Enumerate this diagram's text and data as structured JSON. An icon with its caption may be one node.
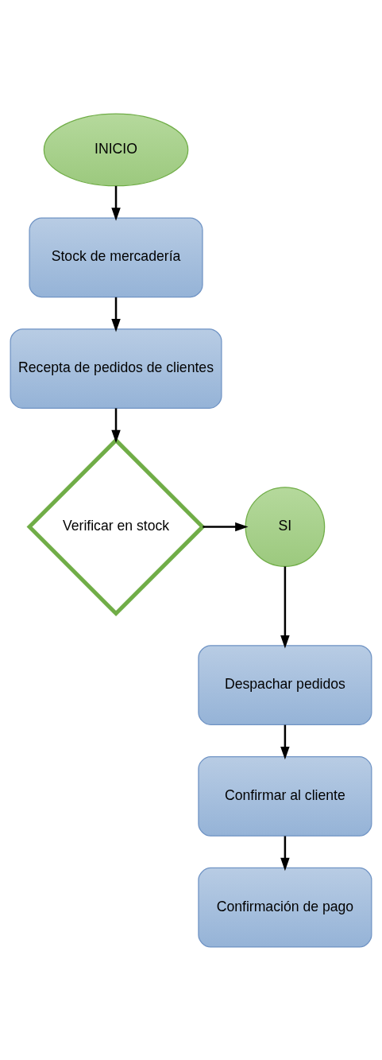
{
  "diagram": {
    "nodes": [
      {
        "text": [
          "INICIO"
        ]
      },
      {
        "text": [
          "Stock de mercadería"
        ]
      },
      {
        "text": [
          "Recepta de pedidos de clientes"
        ]
      },
      {
        "text": [
          "Verificar en stock"
        ]
      },
      {
        "text": [
          "SI"
        ]
      },
      {
        "text": [
          "Despachar pedidos"
        ]
      },
      {
        "text": [
          "Confirmar al cliente"
        ]
      },
      {
        "text": [
          "Confirmación de pago"
        ]
      }
    ],
    "edges": [
      {
        "from": 0,
        "to": 1,
        "arrow": "to"
      },
      {
        "from": 1,
        "to": 2,
        "arrow": "to"
      },
      {
        "from": 2,
        "to": 3,
        "arrow": "to"
      },
      {
        "from": 3,
        "to": 4,
        "arrow": "to"
      },
      {
        "from": 4,
        "to": 5,
        "arrow": "to"
      },
      {
        "from": 5,
        "to": 6,
        "arrow": "to"
      },
      {
        "from": 6,
        "to": 7,
        "arrow": "to"
      }
    ]
  }
}
